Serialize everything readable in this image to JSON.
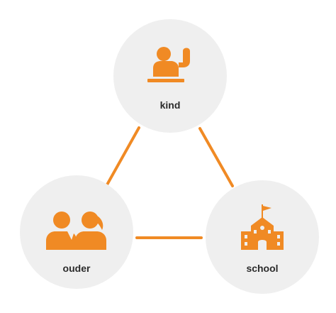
{
  "diagram": {
    "accent_color": "#f08a24",
    "circle_color": "#efefef",
    "text_color": "#2b2b2b",
    "nodes": {
      "kind": {
        "label": "kind",
        "icon": "child-raising-hand-icon"
      },
      "ouder": {
        "label": "ouder",
        "icon": "parents-icon"
      },
      "school": {
        "label": "school",
        "icon": "school-building-icon"
      }
    },
    "connections": [
      {
        "from": "kind",
        "to": "ouder"
      },
      {
        "from": "kind",
        "to": "school"
      },
      {
        "from": "ouder",
        "to": "school"
      }
    ]
  }
}
